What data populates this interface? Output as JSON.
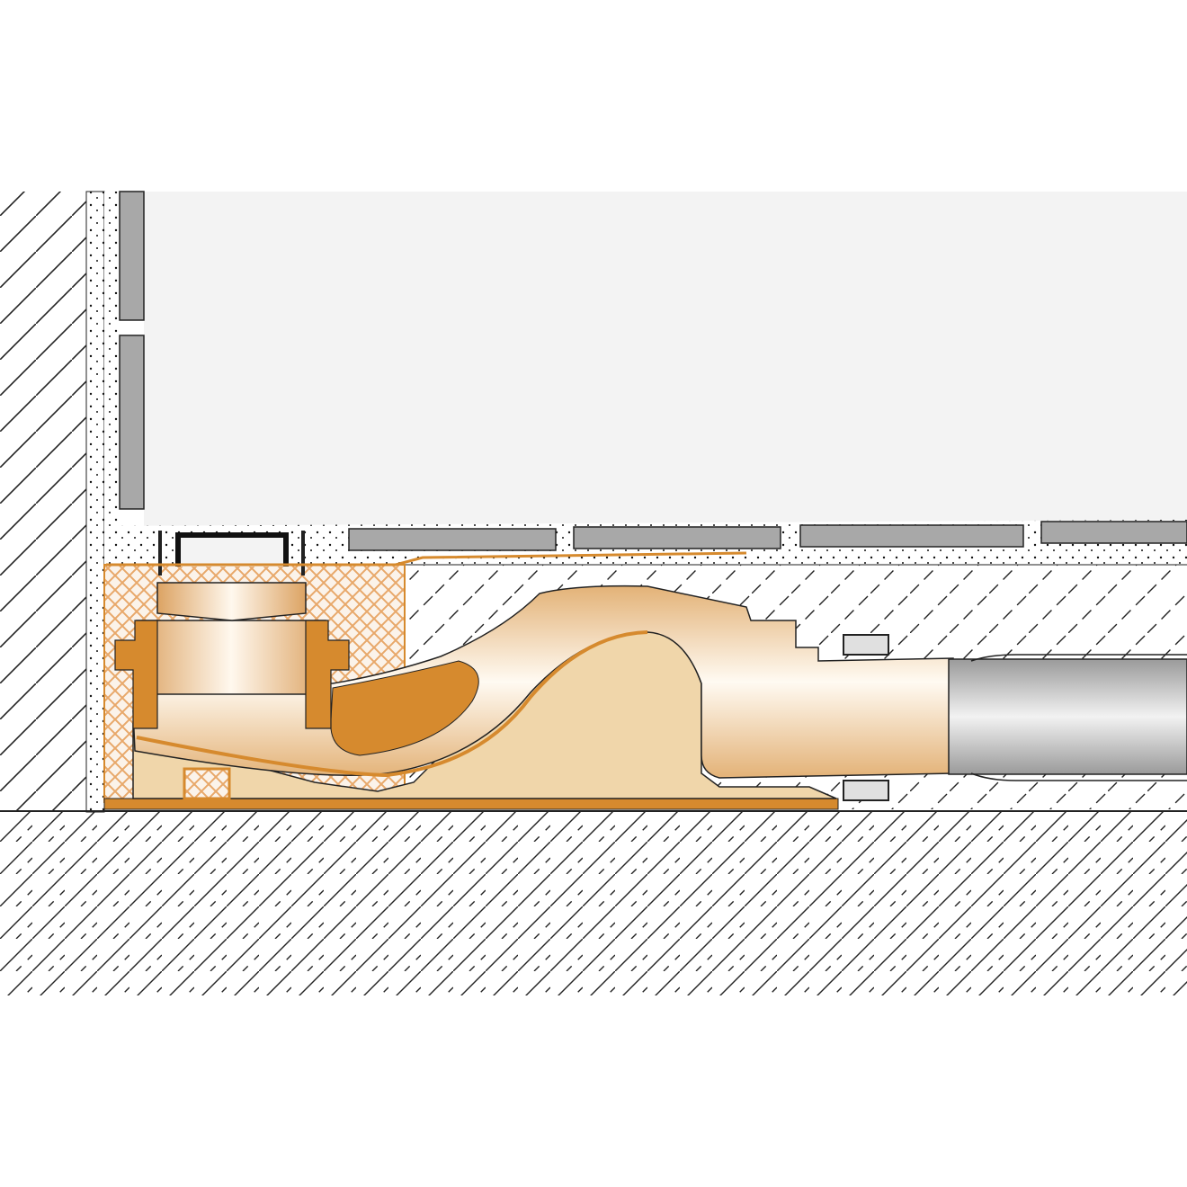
{
  "diagram": {
    "type": "cross-section",
    "colors": {
      "background": "#ffffff",
      "room": "#f3f3f3",
      "tile": "#a8a8a8",
      "drain_orange": "#d68a2e",
      "drain_light": "#f0d6aa",
      "insulation": "#e8a86a",
      "pipe": "#b5b5b5",
      "hatch": "#222222"
    },
    "elements": [
      "wall",
      "wall-tiles",
      "floor-tiles",
      "mortar-bed",
      "screed",
      "insulation",
      "drain-body",
      "trap",
      "outlet-pipe",
      "base-plate",
      "subfloor"
    ]
  }
}
